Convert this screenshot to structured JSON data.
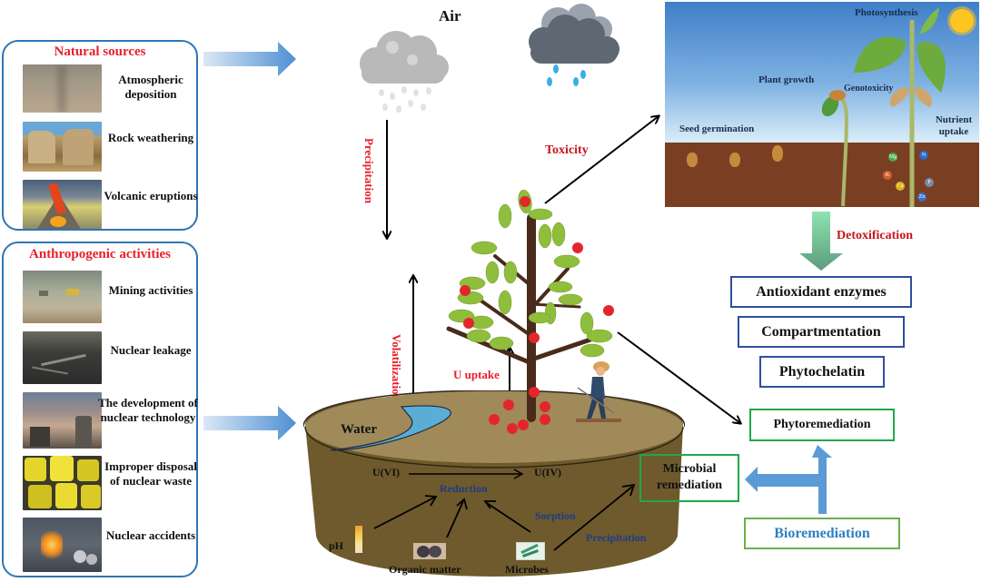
{
  "natural_sources": {
    "title": "Natural sources",
    "items": [
      {
        "label": "Atmospheric deposition",
        "icon": "dust-haze-photo"
      },
      {
        "label": "Rock weathering",
        "icon": "rock-formation-photo"
      },
      {
        "label": "Volcanic eruptions",
        "icon": "volcano-photo"
      }
    ]
  },
  "anthropogenic_activities": {
    "title": "Anthropogenic activities",
    "items": [
      {
        "label": "Mining activities",
        "icon": "mining-photo"
      },
      {
        "label": "Nuclear leakage",
        "icon": "contaminated-ground-photo"
      },
      {
        "label": "The development of nuclear technology",
        "icon": "nuclear-plant-photo"
      },
      {
        "label": "Improper disposal of nuclear waste",
        "icon": "waste-barrels-photo"
      },
      {
        "label": "Nuclear accidents",
        "icon": "burning-plant-photo"
      }
    ]
  },
  "air": {
    "label": "Air",
    "precipitation_label": "Precipitation",
    "volatilization_label": "Volatilization"
  },
  "soil": {
    "water_label": "Water",
    "uptake_label": "U uptake",
    "u6_label": "U(VI)",
    "u4_label": "U(IV)",
    "reduction_label": "Reduction",
    "sorption_label": "Sorption",
    "precipitation_label": "Precipitation",
    "factors": {
      "ph": "pH",
      "organic_matter": "Organic matter",
      "microbes": "Microbes"
    }
  },
  "toxicity": {
    "label": "Toxicity",
    "panel_labels": {
      "photosynthesis": "Photosynthesis",
      "plant_growth": "Plant growth",
      "genotoxicity": "Genotoxicity",
      "seed_germination": "Seed germination",
      "nutrient_uptake": "Nutrient uptake"
    },
    "nutrients": [
      "Mg",
      "N",
      "K",
      "P",
      "Ca",
      "Zn"
    ]
  },
  "detoxification": {
    "label": "Detoxification",
    "mechanisms": [
      "Antioxidant enzymes",
      "Compartmentation",
      "Phytochelatin"
    ]
  },
  "bioremediation": {
    "label": "Bioremediation",
    "phytoremediation": "Phytoremediation",
    "microbial_remediation": "Microbial remediation"
  },
  "colors": {
    "red_label": "#e8202a",
    "dark_red_label": "#c8161d",
    "navy_label": "#1f3c88",
    "panel_border": "#2e75b6",
    "box_blue": "#2f4f9e",
    "box_green": "#21a84a",
    "bio_blue": "#2f7fc1",
    "soil_top": "#a08a5a",
    "soil_side": "#6e5a2c"
  }
}
